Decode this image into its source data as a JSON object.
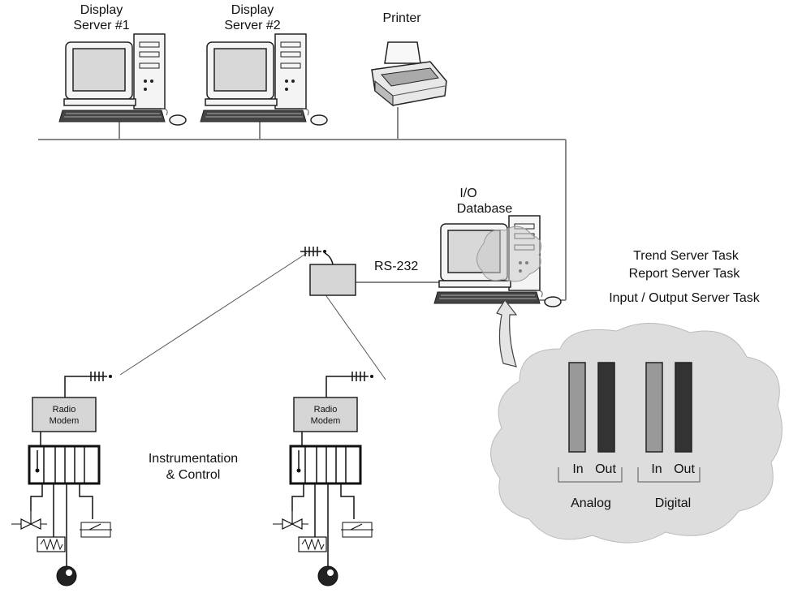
{
  "labels": {
    "display_server_1": [
      "Display",
      "Server #1"
    ],
    "display_server_2": [
      "Display",
      "Server #2"
    ],
    "printer": "Printer",
    "io_database": [
      "I/O",
      "Database"
    ],
    "rs232": "RS-232",
    "tasks": [
      "Trend Server Task",
      "Report Server Task",
      "Input / Output Server Task"
    ],
    "radio_modem": [
      "Radio",
      "Modem"
    ],
    "instrumentation": [
      "Instrumentation",
      "& Control"
    ],
    "io_in": "In",
    "io_out": "Out",
    "analog": "Analog",
    "digital": "Digital"
  },
  "colors": {
    "cloud_fill": "#dddddd",
    "input_bar": "#999999",
    "output_bar": "#333333",
    "box_fill": "#d6d6d6"
  },
  "icons": [
    "computer-icon",
    "printer-icon",
    "antenna-icon",
    "cloud-icon",
    "valve-icon",
    "switch-icon",
    "resistor-icon",
    "gauge-icon"
  ]
}
